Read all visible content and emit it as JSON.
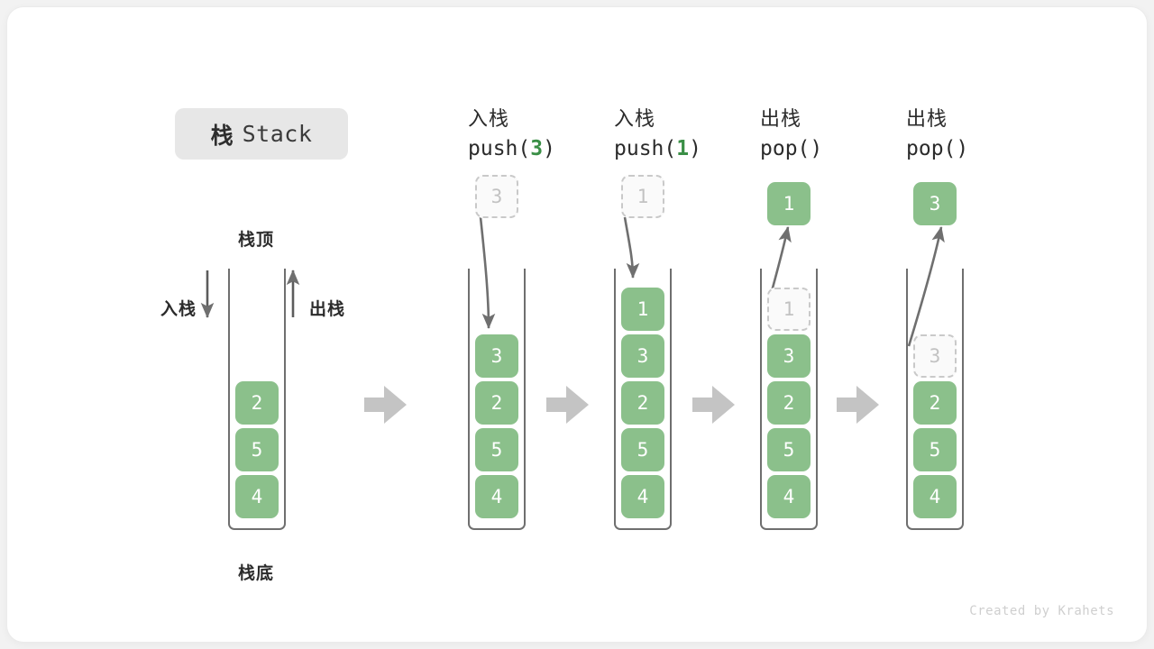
{
  "title": {
    "cn": "栈",
    "en": "Stack"
  },
  "labels": {
    "top": "栈顶",
    "bottom": "栈底",
    "push": "入栈",
    "pop": "出栈"
  },
  "watermark": "Created by Krahets",
  "colors": {
    "element_fill": "#8bc08b",
    "element_text": "#ffffff",
    "ghost_fill": "#fafafa",
    "ghost_text": "#c2c2c2",
    "ghost_border": "#c9c9c9",
    "container_stroke": "#6f6f6f",
    "arrow": "#6f6f6f",
    "flow_arrow": "#c4c4c4",
    "accent_green": "#3a8f46",
    "title_pill_bg": "#e7e7e7",
    "page_bg": "#f2f2f2",
    "card_bg": "#ffffff"
  },
  "steps": [
    {
      "id": "initial",
      "op_cn": "",
      "op_code_prefix": "",
      "op_code_arg": "",
      "op_code_suffix": "",
      "stack": [
        "2",
        "5",
        "4"
      ],
      "floating": null,
      "ghost_in_stack": null
    },
    {
      "id": "push-3",
      "op_cn": "入栈",
      "op_code_prefix": "push(",
      "op_code_arg": "3",
      "op_code_suffix": ")",
      "stack": [
        "3",
        "2",
        "5",
        "4"
      ],
      "floating": {
        "value": "3",
        "style": "ghost"
      },
      "ghost_in_stack": null
    },
    {
      "id": "push-1",
      "op_cn": "入栈",
      "op_code_prefix": "push(",
      "op_code_arg": "1",
      "op_code_suffix": ")",
      "stack": [
        "1",
        "3",
        "2",
        "5",
        "4"
      ],
      "floating": {
        "value": "1",
        "style": "ghost"
      },
      "ghost_in_stack": null
    },
    {
      "id": "pop-1",
      "op_cn": "出栈",
      "op_code_prefix": "pop(",
      "op_code_arg": "",
      "op_code_suffix": ")",
      "stack": [
        "3",
        "2",
        "5",
        "4"
      ],
      "floating": {
        "value": "1",
        "style": "filled"
      },
      "ghost_in_stack": {
        "value": "1",
        "slot": 0
      }
    },
    {
      "id": "pop-3",
      "op_cn": "出栈",
      "op_code_prefix": "pop(",
      "op_code_arg": "",
      "op_code_suffix": ")",
      "stack": [
        "2",
        "5",
        "4"
      ],
      "floating": {
        "value": "3",
        "style": "filled"
      },
      "ghost_in_stack": {
        "value": "3",
        "slot": 1
      }
    }
  ]
}
